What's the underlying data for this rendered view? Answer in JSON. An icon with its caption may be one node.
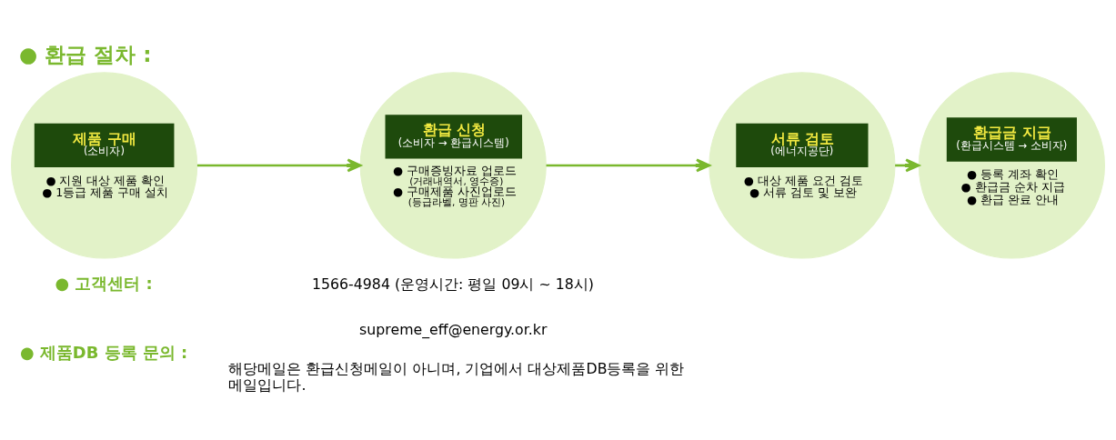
{
  "diagram": {
    "title": "● 환급 절차 :",
    "nodes": [
      {
        "text": [
          "제품 구매",
          "(소비자)",
          "● 지원 대상 제품 확인",
          "● 1등급 제품 구매 설치"
        ]
      },
      {
        "text": [
          "환급 신청",
          "(소비자 → 환급시스템)",
          "● 구매증빙자료 업로드",
          "(거래내역서, 영수증)",
          "● 구매제품 사진업로드",
          "(등급라벨, 명판 사진)"
        ]
      },
      {
        "text": [
          "서류 검토",
          "(에너지공단)",
          "● 대상 제품 요건 검토",
          "● 서류 검토 및 보완"
        ]
      },
      {
        "text": [
          "환급금 지급",
          "(환급시스템 → 소비자)",
          "● 등록 계좌 확인",
          "● 환급금 순차 지급",
          "● 환급 완료 안내"
        ]
      }
    ],
    "edges": [
      {
        "from": 0,
        "to": 1,
        "arrow": "to"
      },
      {
        "from": 1,
        "to": 2,
        "arrow": "to"
      },
      {
        "from": 2,
        "to": 3,
        "arrow": "to"
      }
    ],
    "labels": [
      "● 고객센터 :",
      "1566-4984 (운영시간: 평일 09시 ~ 18시)",
      "● 제품DB 등록 문의 :",
      "supreme_eff@energy.or.kr",
      "해당메일은 환급신청메일이 아니며, 기업에서 대상제품DB등록을 위한 메일입니다."
    ]
  }
}
